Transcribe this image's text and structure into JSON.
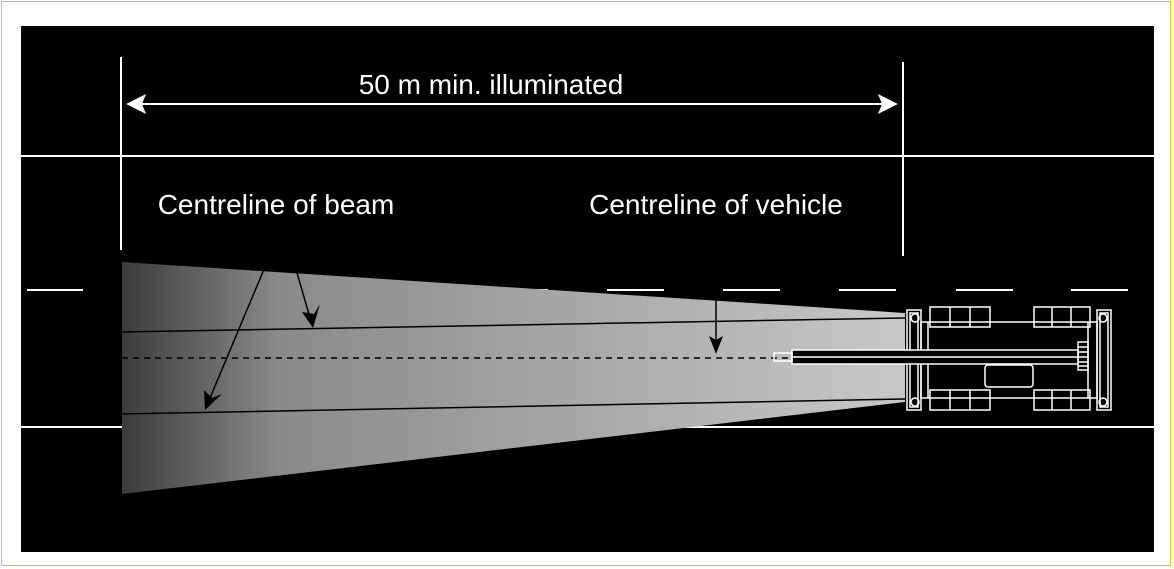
{
  "labels": {
    "dimension": "50 m min. illuminated",
    "beam_centreline": "Centreline of beam",
    "vehicle_centreline": "Centreline of vehicle"
  },
  "colors": {
    "frame_border": "#c8d400",
    "background": "#000000",
    "lines": "#ffffff",
    "beam_far": "#3c3c3c",
    "beam_near": "#c4c4c4"
  }
}
